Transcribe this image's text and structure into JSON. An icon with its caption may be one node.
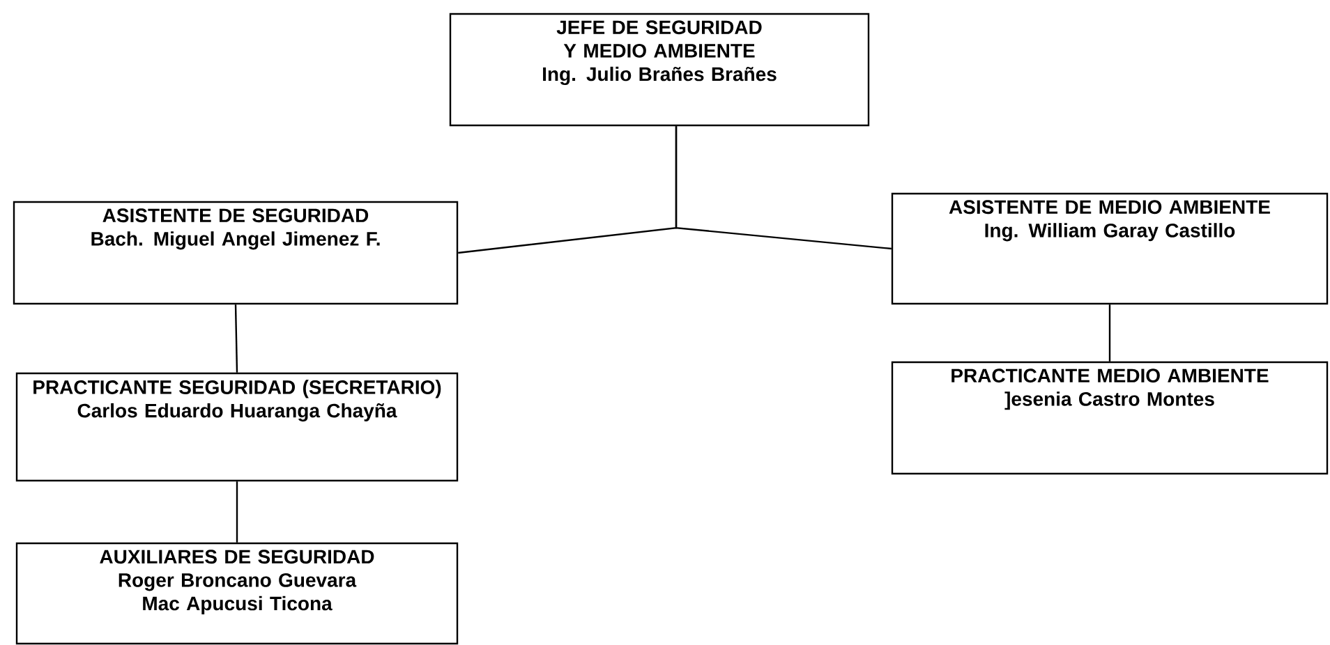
{
  "diagram": {
    "nodes": [
      {
        "text": [
          "JEFE DE SEGURIDAD Y MEDIO AMBIENTE",
          "Ing. Julio Brañes Brañes"
        ]
      },
      {
        "text": [
          "ASISTENTE DE SEGURIDAD",
          "Bach. Miguel Angel Jimenez F."
        ]
      },
      {
        "text": [
          "ASISTENTE DE MEDIO AMBIENTE",
          "Ing. William Garay Castillo"
        ]
      },
      {
        "text": [
          "PRACTICANTE SEGURIDAD (SECRETARIO)",
          "Carlos Eduardo Huaranga Chayña"
        ]
      },
      {
        "text": [
          "PRACTICANTE MEDIO AMBIENTE",
          "]esenia Castro Montes"
        ]
      },
      {
        "text": [
          "AUXILIARES DE SEGURIDAD",
          "Roger Broncano Guevara",
          "Mac Apucusi Ticona"
        ]
      }
    ],
    "edges": [
      {
        "from": 0,
        "to": 1,
        "arrow": "none"
      },
      {
        "from": 0,
        "to": 2,
        "arrow": "none"
      },
      {
        "from": 1,
        "to": 3,
        "arrow": "none"
      },
      {
        "from": 2,
        "to": 4,
        "arrow": "none"
      },
      {
        "from": 3,
        "to": 5,
        "arrow": "none"
      }
    ]
  }
}
